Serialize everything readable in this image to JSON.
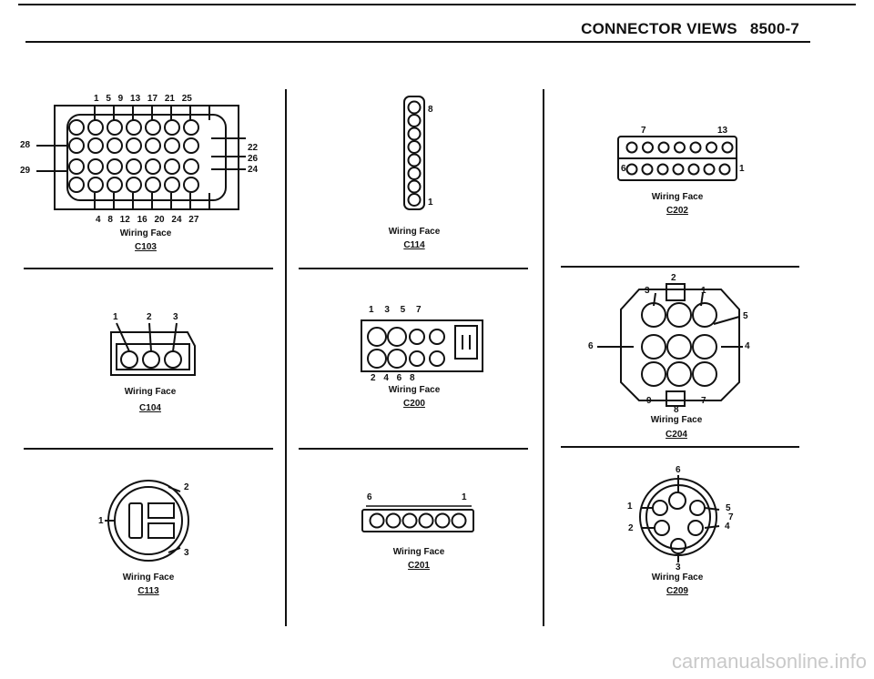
{
  "header": {
    "title": "CONNECTOR VIEWS",
    "page": "8500-7"
  },
  "wiring_face": "Wiring Face",
  "connectors": {
    "c103": {
      "id": "C103",
      "top_pins": [
        "1",
        "5",
        "9",
        "13",
        "17",
        "21",
        "25"
      ],
      "bottom_pins": [
        "4",
        "8",
        "12",
        "16",
        "20",
        "24",
        "27"
      ],
      "left_pins": [
        "28",
        "29"
      ],
      "right_pins": [
        "22",
        "26",
        "24"
      ]
    },
    "c114": {
      "id": "C114",
      "pin_top": "8",
      "pin_bottom": "1"
    },
    "c202": {
      "id": "C202",
      "pin_tl": "7",
      "pin_tr": "13",
      "pin_bl": "6",
      "pin_br": "1"
    },
    "c104": {
      "id": "C104",
      "pins": [
        "1",
        "2",
        "3"
      ]
    },
    "c200": {
      "id": "C200",
      "top_pins": [
        "1",
        "3",
        "5",
        "7"
      ],
      "bottom_pins": [
        "2",
        "4",
        "6",
        "8"
      ]
    },
    "c204": {
      "id": "C204",
      "pins": [
        "1",
        "2",
        "3",
        "4",
        "5",
        "6",
        "7",
        "8",
        "9"
      ]
    },
    "c113": {
      "id": "C113",
      "pins": [
        "1",
        "2",
        "3"
      ]
    },
    "c201": {
      "id": "C201",
      "pins": [
        "6",
        "1"
      ]
    },
    "c209": {
      "id": "C209",
      "pins": [
        "1",
        "2",
        "3",
        "4",
        "5",
        "6",
        "7"
      ]
    }
  },
  "watermark": "carmanualsonline.info"
}
